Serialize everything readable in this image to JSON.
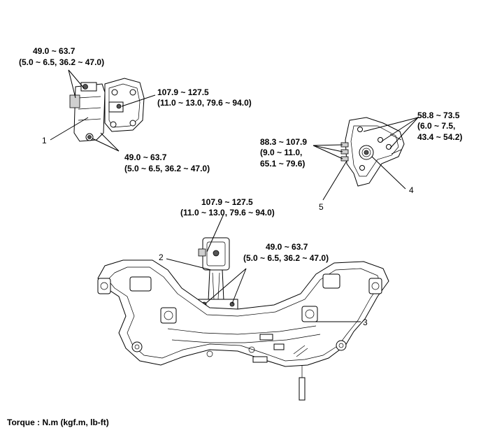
{
  "torque_specs": {
    "mount1_top": [
      "49.0 ~ 63.7",
      "(5.0 ~ 6.5, 36.2 ~ 47.0)"
    ],
    "mount1_side": [
      "107.9 ~ 127.5",
      "(11.0 ~ 13.0, 79.6 ~ 94.0)"
    ],
    "mount1_bottom": [
      "49.0 ~ 63.7",
      "(5.0 ~ 6.5, 36.2 ~ 47.0)"
    ],
    "mount4_right": [
      "58.8 ~ 73.5",
      "(6.0 ~ 7.5,",
      "43.4 ~ 54.2)"
    ],
    "mount4_left": [
      "88.3 ~ 107.9",
      "(9.0 ~ 11.0,",
      "65.1 ~ 79.6)"
    ],
    "rod_top": [
      "107.9 ~ 127.5",
      "(11.0 ~ 13.0, 79.6 ~ 94.0)"
    ],
    "rod_bottom": [
      "49.0 ~ 63.7",
      "(5.0 ~ 6.5, 36.2 ~ 47.0)"
    ]
  },
  "part_numbers": [
    "1",
    "2",
    "3",
    "4",
    "5"
  ],
  "footer": {
    "torque_units": "Torque : N.m (kgf.m, lb-ft)"
  }
}
